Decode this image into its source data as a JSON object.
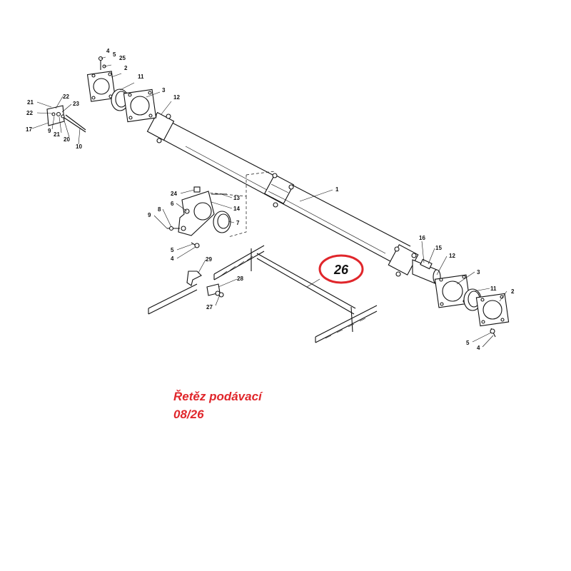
{
  "colors": {
    "accent_red": "#e0262b",
    "line": "#111111",
    "background": "#ffffff"
  },
  "labels": {
    "l4a": "4",
    "l5a": "5",
    "l25": "25",
    "l2a": "2",
    "l11a": "11",
    "l3a": "3",
    "l12a": "12",
    "l21a": "21",
    "l22a": "22",
    "l23": "23",
    "l22b": "22",
    "l17": "17",
    "l9a": "9",
    "l21b": "21",
    "l20": "20",
    "l10": "10",
    "l1": "1",
    "l24": "24",
    "l13": "13",
    "l6": "6",
    "l14": "14",
    "l8": "8",
    "l9b": "9",
    "l7": "7",
    "l5b": "5",
    "l4b": "4",
    "l29": "29",
    "l28": "28",
    "l27": "27",
    "l16": "16",
    "l15": "15",
    "l12b": "12",
    "l3b": "3",
    "l11b": "11",
    "l2b": "2",
    "l5c": "5",
    "l4c": "4"
  },
  "callout": {
    "number": "26"
  },
  "note": {
    "line1": "Řetěz podávací",
    "line2": "08/26"
  }
}
